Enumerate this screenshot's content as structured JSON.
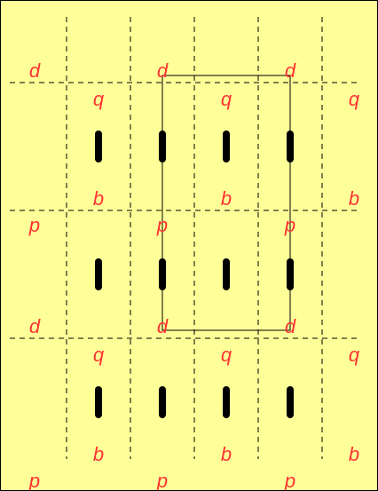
{
  "colors": {
    "background": "#ffff99",
    "glyph": "#ff3333",
    "grid": "#000000",
    "mark": "#000000"
  },
  "grid_style": "dashed",
  "glyph_rows": [
    [
      "d",
      "d",
      "d"
    ],
    [
      "q",
      "q",
      "q"
    ],
    [
      "b",
      "b",
      "b"
    ],
    [
      "p",
      "p",
      "p"
    ],
    [
      "d",
      "d",
      "d"
    ],
    [
      "q",
      "q",
      "q"
    ],
    [
      "b",
      "b",
      "b"
    ],
    [
      "p",
      "p",
      "p"
    ]
  ],
  "mark_rows": 3,
  "mark_cols": 4
}
